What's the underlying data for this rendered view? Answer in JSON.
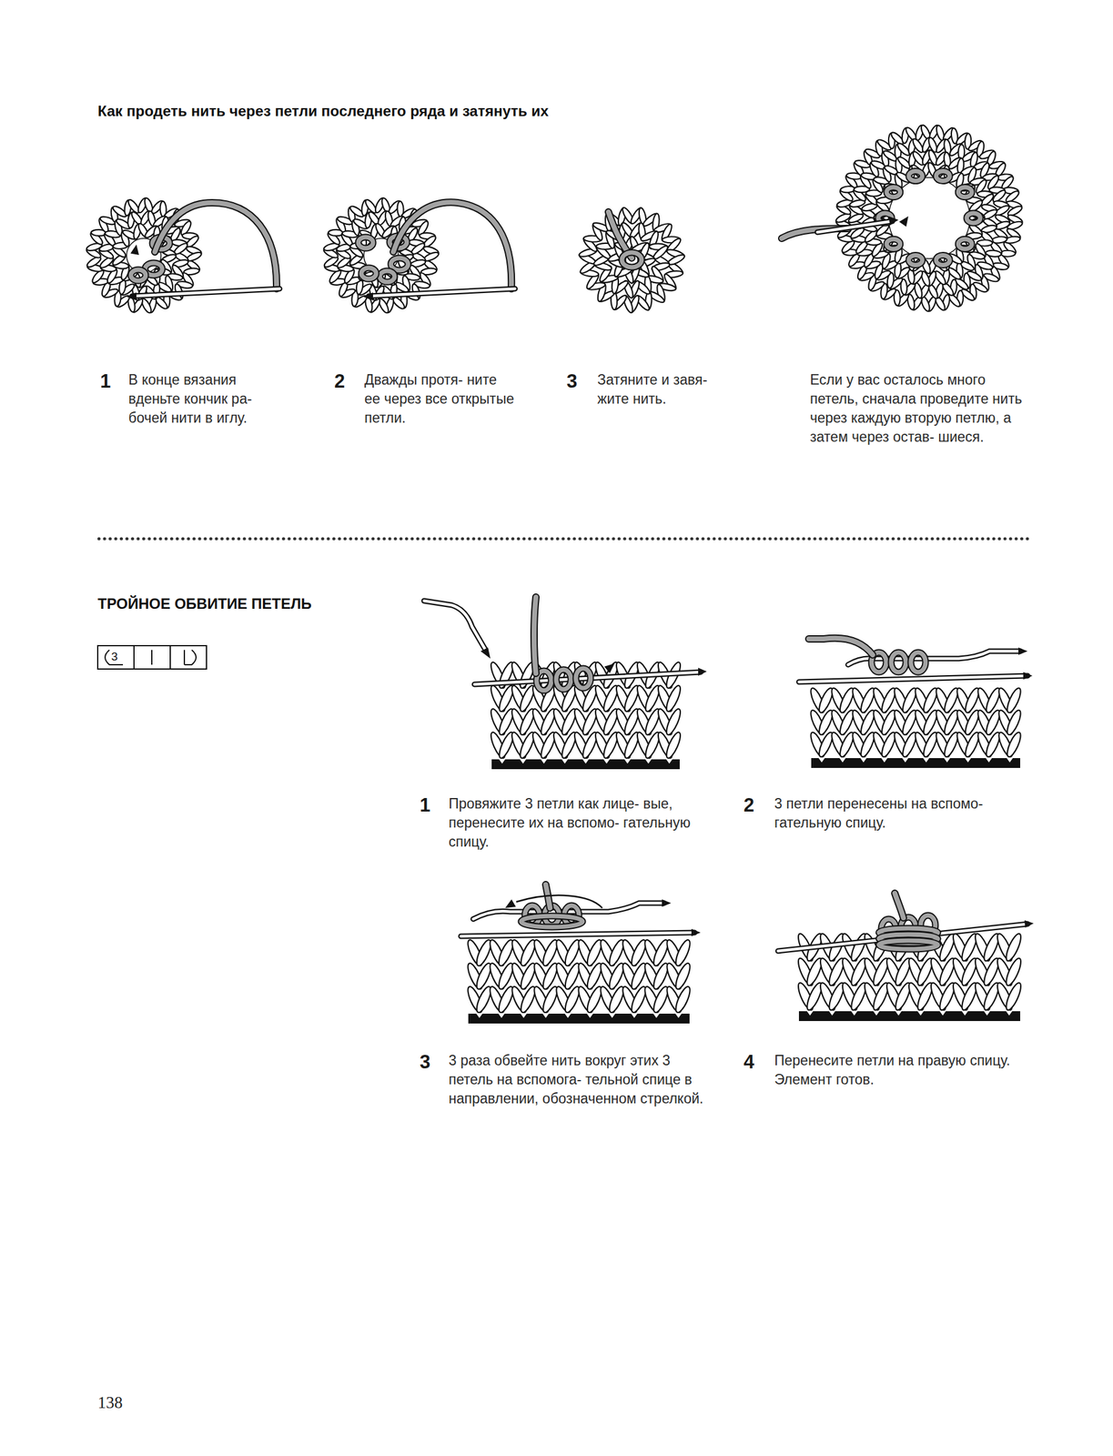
{
  "diagram": {
    "title": "Как продеть нить через петли последнего ряда и затянуть их",
    "labels": [
      "1",
      "В конце вязания вденьте кончик ра- бочей нити в иглу.",
      "2",
      "Дважды протя- ните ее через все открытые петли.",
      "3",
      "Затяните и завя- жите нить.",
      "Если у вас осталось много петель, сначала проведите нить через каждую вторую петлю, а затем через остав- шиеся.",
      "ТРОЙНОЕ ОБВИТИЕ ПЕТЕЛЬ",
      "3",
      "1",
      "Провяжите 3 петли как лице- вые, перенесите их на вспомо- гательную спицу.",
      "2",
      "3 петли перенесены на вспомо- гательную спицу.",
      "3",
      "3 раза обвейте нить вокруг этих 3 петель на вспомога- тельной спице в направлении, обозначенном стрелкой.",
      "4",
      "Перенесите петли на правую спицу. Элемент готов.",
      "138"
    ]
  }
}
